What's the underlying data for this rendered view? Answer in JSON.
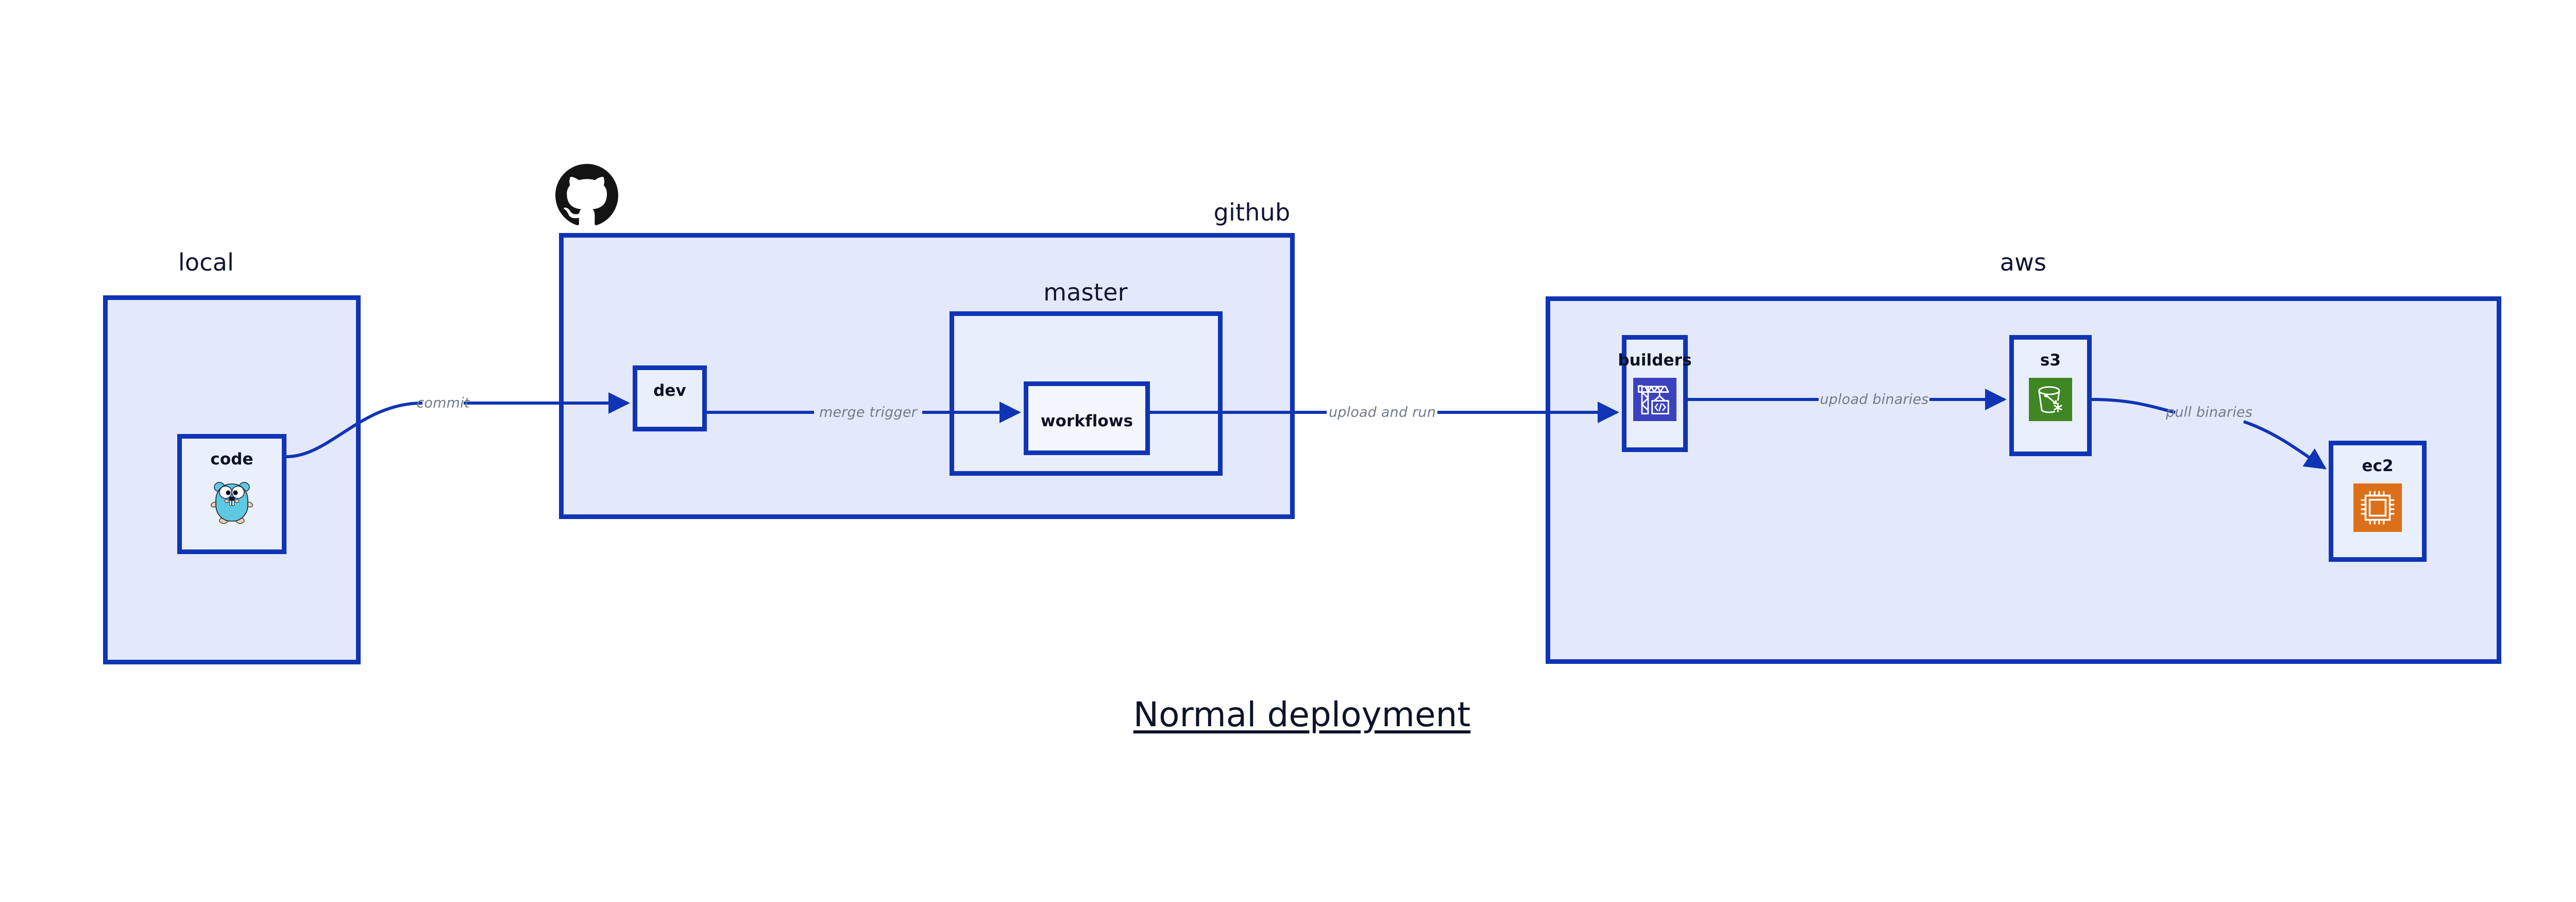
{
  "diagram": {
    "caption": "Normal deployment",
    "accent_border": "#0F34B5",
    "group_fill": "#E3E8FB",
    "node_fill": "#EAEFFC",
    "edge_label_color": "#707B8C",
    "text_color": "#101430"
  },
  "groups": [
    {
      "id": "local",
      "label": "local"
    },
    {
      "id": "github",
      "label": "github"
    },
    {
      "id": "master",
      "label": "master"
    },
    {
      "id": "aws",
      "label": "aws"
    }
  ],
  "nodes": [
    {
      "id": "code",
      "label": "code",
      "icon": "go-gopher-icon"
    },
    {
      "id": "dev",
      "label": "dev",
      "icon": "none"
    },
    {
      "id": "workflows",
      "label": "workflows",
      "icon": "none"
    },
    {
      "id": "builders",
      "label": "builders",
      "icon": "aws-codebuild-icon",
      "icon_color": "#3C41BF"
    },
    {
      "id": "s3",
      "label": "s3",
      "icon": "aws-s3-bucket-icon",
      "icon_color": "#3F8624"
    },
    {
      "id": "ec2",
      "label": "ec2",
      "icon": "aws-ec2-chip-icon",
      "icon_color": "#DC7019"
    }
  ],
  "edges": [
    {
      "id": "code-to-dev",
      "from": "code",
      "to": "dev",
      "label": "commit"
    },
    {
      "id": "dev-to-workflows",
      "from": "dev",
      "to": "workflows",
      "label": "merge trigger"
    },
    {
      "id": "workflows-to-builders",
      "from": "workflows",
      "to": "builders",
      "label": "upload and run"
    },
    {
      "id": "builders-to-s3",
      "from": "builders",
      "to": "s3",
      "label": "upload binaries"
    },
    {
      "id": "s3-to-ec2",
      "from": "s3",
      "to": "ec2",
      "label": "pull binaries"
    }
  ],
  "logos": [
    {
      "id": "github-octocat",
      "name": "github-octocat-logo"
    }
  ]
}
